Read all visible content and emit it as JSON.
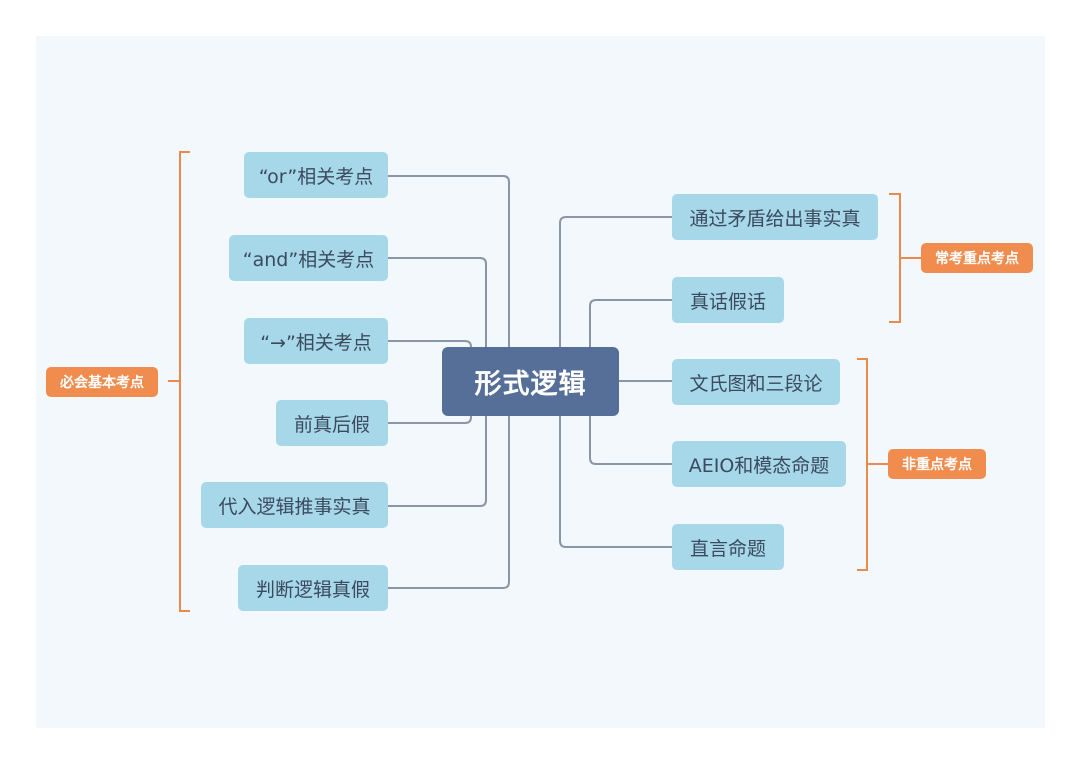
{
  "center": {
    "label": "形式逻辑"
  },
  "left_group": {
    "label": "必会基本考点",
    "items": [
      {
        "label": "“or”相关考点"
      },
      {
        "label": "“and”相关考点"
      },
      {
        "label": "“→”相关考点"
      },
      {
        "label": "前真后假"
      },
      {
        "label": "代入逻辑推事实真"
      },
      {
        "label": "判断逻辑真假"
      }
    ]
  },
  "right_groups": [
    {
      "label": "常考重点考点",
      "items": [
        {
          "label": "通过矛盾给出事实真"
        },
        {
          "label": "真话假话"
        }
      ]
    },
    {
      "label": "非重点考点",
      "items": [
        {
          "label": "文氏图和三段论"
        },
        {
          "label": "AEIO和模态命题"
        },
        {
          "label": "直言命题"
        }
      ]
    }
  ],
  "colors": {
    "background": "#f3f8fc",
    "leaf": "#a6d8ea",
    "center": "#566f99",
    "tag": "#f08c4e",
    "connector": "#8a96a8",
    "bracket": "#ec8a4d"
  }
}
